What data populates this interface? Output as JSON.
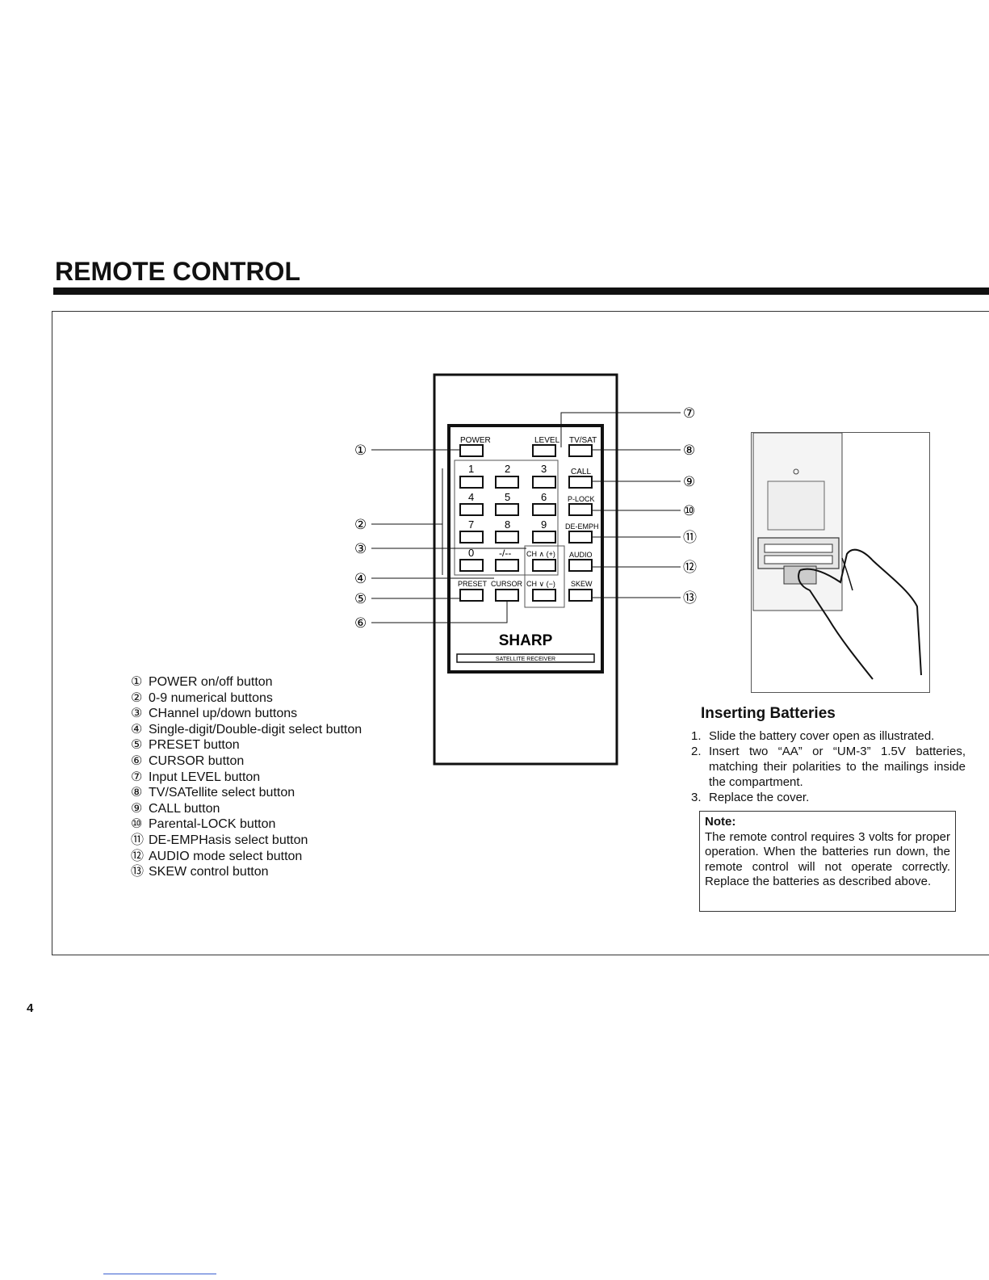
{
  "header": {
    "title": "REMOTE CONTROL"
  },
  "remote": {
    "brand": "SHARP",
    "model_label": "SATELLITE RECEIVER",
    "buttons": {
      "power": "POWER",
      "level": "LEVEL",
      "tvsat": "TV/SAT",
      "n1": "1",
      "n2": "2",
      "n3": "3",
      "call": "CALL",
      "n4": "4",
      "n5": "5",
      "n6": "6",
      "plock": "P-LOCK",
      "n7": "7",
      "n8": "8",
      "n9": "9",
      "deemph": "DE-EMPH",
      "n0": "0",
      "digit": "-/--",
      "chup": "CH ∧ (+)",
      "audio": "AUDIO",
      "preset": "PRESET",
      "cursor": "CURSOR",
      "chdown": "CH ∨ (−)",
      "skew": "SKEW"
    },
    "callouts": [
      "①",
      "②",
      "③",
      "④",
      "⑤",
      "⑥",
      "⑦",
      "⑧",
      "⑨",
      "⑩",
      "⑪",
      "⑫",
      "⑬"
    ]
  },
  "legend": [
    {
      "num": "①",
      "text": "POWER on/off button"
    },
    {
      "num": "②",
      "text": "0-9 numerical buttons"
    },
    {
      "num": "③",
      "text": "CHannel up/down buttons"
    },
    {
      "num": "④",
      "text": "Single-digit/Double-digit select button"
    },
    {
      "num": "⑤",
      "text": "PRESET button"
    },
    {
      "num": "⑥",
      "text": "CURSOR button"
    },
    {
      "num": "⑦",
      "text": "Input LEVEL button"
    },
    {
      "num": "⑧",
      "text": "TV/SATellite select button"
    },
    {
      "num": "⑨",
      "text": "CALL button"
    },
    {
      "num": "⑩",
      "text": "Parental-LOCK button"
    },
    {
      "num": "⑪",
      "text": "DE-EMPHasis select button"
    },
    {
      "num": "⑫",
      "text": "AUDIO mode select button"
    },
    {
      "num": "⑬",
      "text": "SKEW control button"
    }
  ],
  "batteries": {
    "heading": "Inserting Batteries",
    "steps": [
      {
        "num": "1.",
        "text": "Slide the battery cover open as illustrated."
      },
      {
        "num": "2.",
        "text": "Insert two “AA” or “UM-3” 1.5V batteries, matching their polarities to the mailings inside the compartment."
      },
      {
        "num": "3.",
        "text": "Replace the cover."
      }
    ],
    "note_title": "Note:",
    "note_text": "The remote control requires 3 volts for proper operation. When the batteries run down, the remote control will not operate correctly. Replace the batteries as described above."
  },
  "page_number": "4"
}
